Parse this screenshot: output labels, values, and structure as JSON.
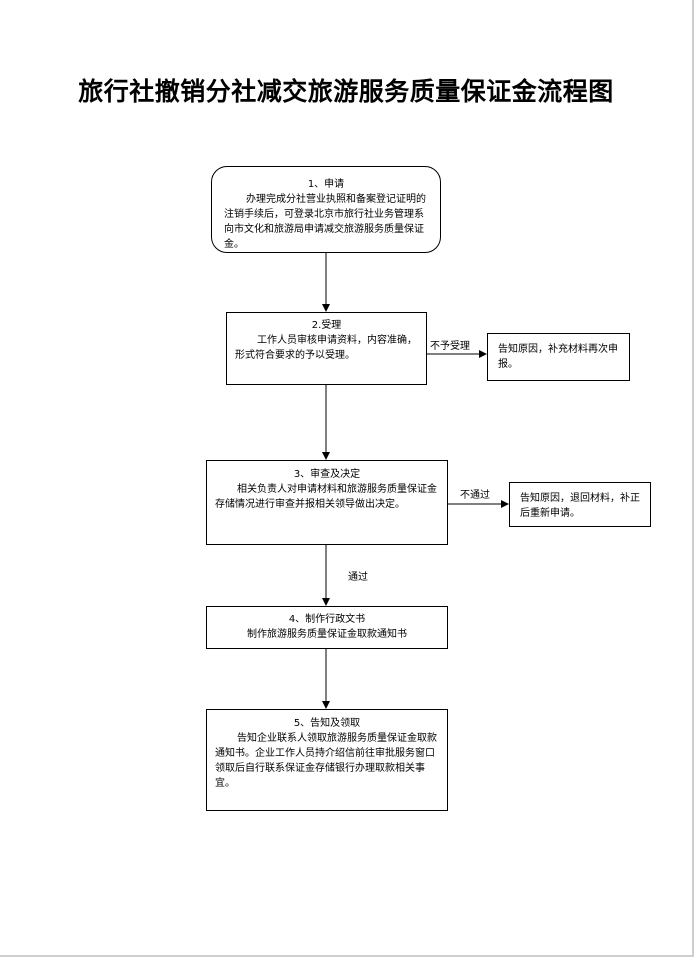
{
  "title": "旅行社撤销分社减交旅游服务质量保证金流程图",
  "steps": [
    {
      "heading": "1、申请",
      "text": "办理完成分社营业执照和备案登记证明的注销手续后，可登录北京市旅行社业务管理系向市文化和旅游局申请减交旅游服务质量保证金。"
    },
    {
      "heading": "2.受理",
      "text": "工作人员审核申请资料，内容准确，形式符合要求的予以受理。"
    },
    {
      "heading": "3、审查及决定",
      "text": "相关负责人对申请材料和旅游服务质量保证金存储情况进行审查并报相关领导做出决定。"
    },
    {
      "heading": "4、制作行政文书",
      "text": "制作旅游服务质量保证金取款通知书"
    },
    {
      "heading": "5、告知及领取",
      "text": "告知企业联系人领取旅游服务质量保证金取款通知书。企业工作人员持介绍信前往审批服务窗口领取后自行联系保证金存储银行办理取款相关事宜。"
    }
  ],
  "branches": [
    {
      "label": "不予受理",
      "text": "告知原因，补充材料再次申报。"
    },
    {
      "label": "不通过",
      "text": "告知原因，退回材料，补正后重新申请。"
    }
  ],
  "pass_label": "通过"
}
